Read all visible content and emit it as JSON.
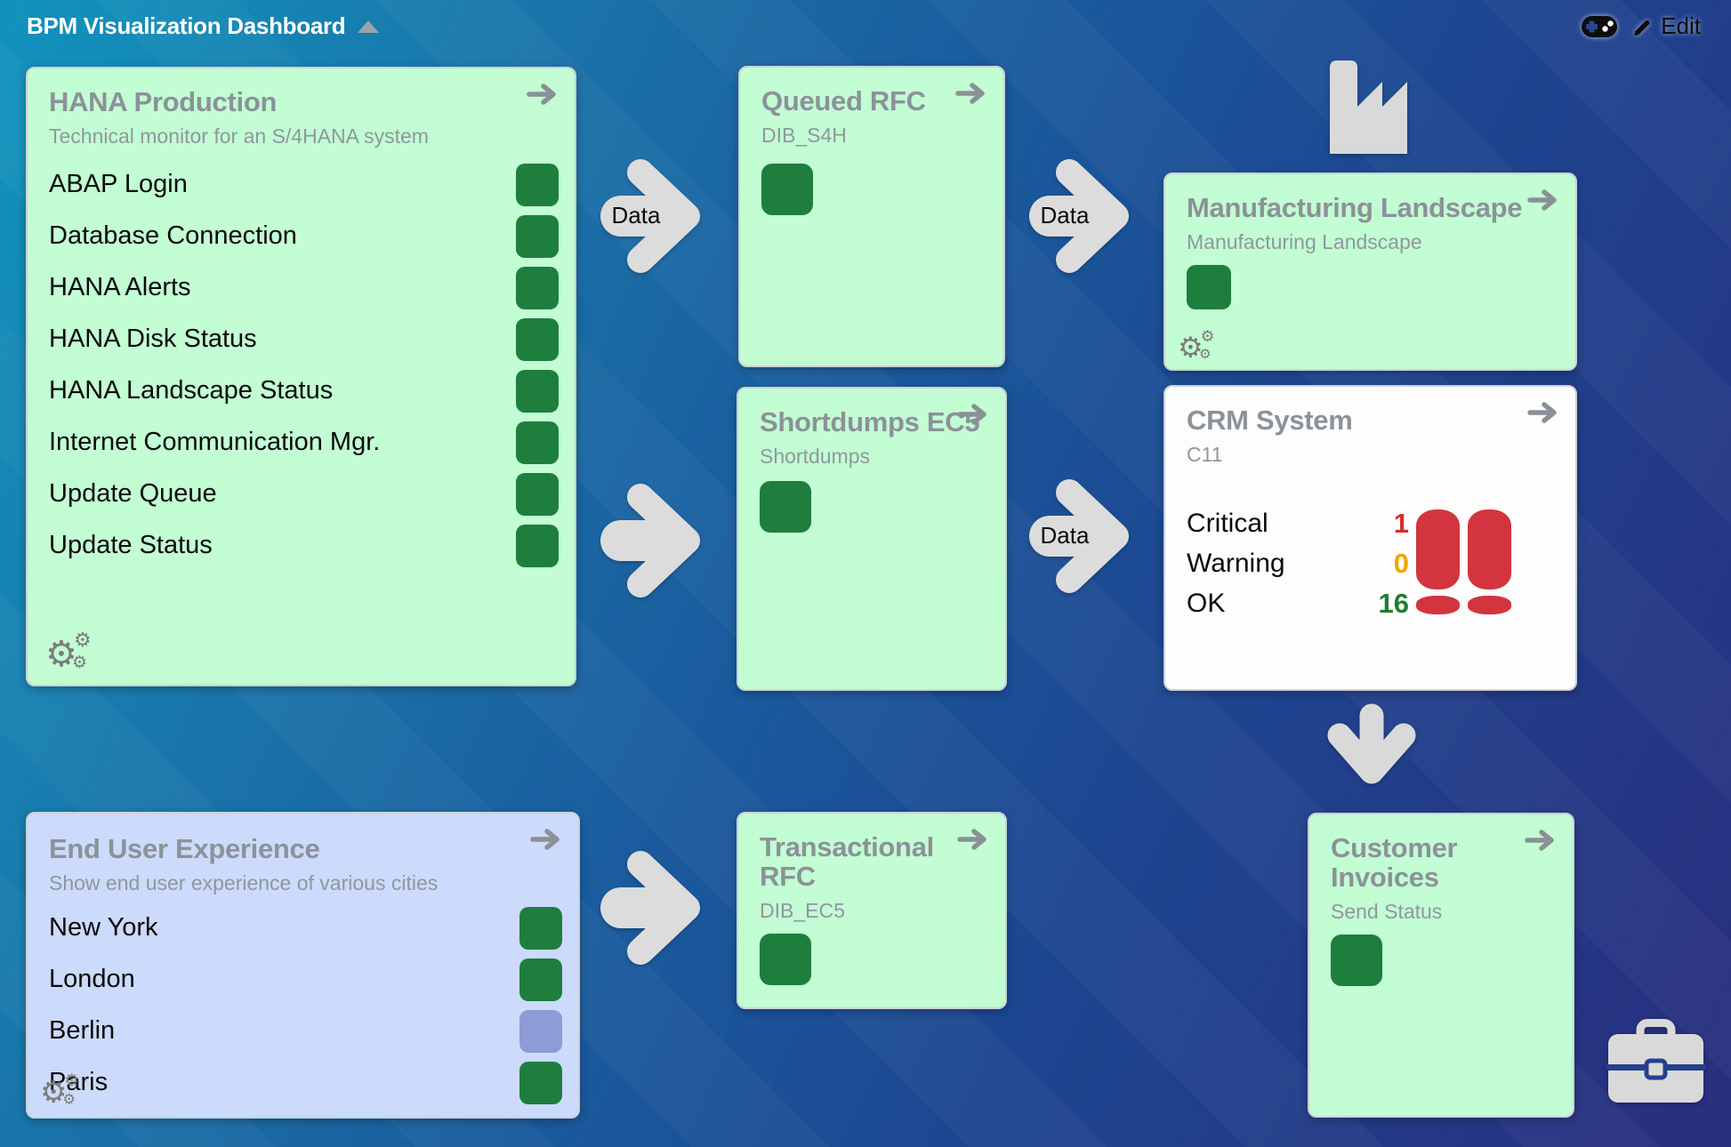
{
  "header": {
    "title": "BPM Visualization Dashboard",
    "edit_label": "Edit"
  },
  "colors": {
    "background_teal": "#1193bd",
    "background_indigo": "#292e7e",
    "card_green": "#c2fdd3",
    "card_blue": "#ccdafb",
    "card_white": "#fdfdfd",
    "status_green": "#1e7e3e",
    "status_blue": "#8d9bd6",
    "critical_red": "#d32f2f",
    "warning_amber": "#f0a500",
    "ok_green": "#1e7d32",
    "database_red": "#d2353d",
    "arrow_gray": "#dcdcdc"
  },
  "cards": {
    "hana_production": {
      "title": "HANA Production",
      "subtitle": "Technical monitor for an S/4HANA system",
      "rows": [
        {
          "label": "ABAP Login",
          "status": "green"
        },
        {
          "label": "Database Connection",
          "status": "green"
        },
        {
          "label": "HANA Alerts",
          "status": "green"
        },
        {
          "label": "HANA Disk Status",
          "status": "green"
        },
        {
          "label": "HANA Landscape Status",
          "status": "green"
        },
        {
          "label": "Internet Communication Mgr.",
          "status": "green"
        },
        {
          "label": "Update Queue",
          "status": "green"
        },
        {
          "label": "Update Status",
          "status": "green"
        }
      ]
    },
    "queued_rfc": {
      "title": "Queued RFC",
      "subtitle": "DIB_S4H",
      "status": "green"
    },
    "manufacturing_landscape": {
      "title": "Manufacturing Landscape",
      "subtitle": "Manufacturing Landscape",
      "status": "green"
    },
    "crm_system": {
      "title": "CRM System",
      "subtitle": "C11",
      "metrics": [
        {
          "label": "Critical",
          "value": "1",
          "level": "critical"
        },
        {
          "label": "Warning",
          "value": "0",
          "level": "warning"
        },
        {
          "label": "OK",
          "value": "16",
          "level": "ok"
        }
      ]
    },
    "shortdumps_ec5": {
      "title": "Shortdumps EC5",
      "subtitle": "Shortdumps",
      "status": "green"
    },
    "end_user_experience": {
      "title": "End User Experience",
      "subtitle": "Show end user experience of various cities",
      "rows": [
        {
          "label": "New York",
          "status": "green"
        },
        {
          "label": "London",
          "status": "green"
        },
        {
          "label": "Berlin",
          "status": "blue"
        },
        {
          "label": "Paris",
          "status": "green"
        }
      ]
    },
    "transactional_rfc": {
      "title": "Transactional RFC",
      "subtitle": "DIB_EC5",
      "status": "green"
    },
    "customer_invoices": {
      "title": "Customer Invoices",
      "subtitle": "Send Status",
      "status": "green"
    }
  },
  "arrows": {
    "hana_to_queued": {
      "label": "Data"
    },
    "queued_to_manufacturing": {
      "label": "Data"
    },
    "shortdumps_to_crm": {
      "label": "Data"
    }
  },
  "gears_glyph": "⚙"
}
